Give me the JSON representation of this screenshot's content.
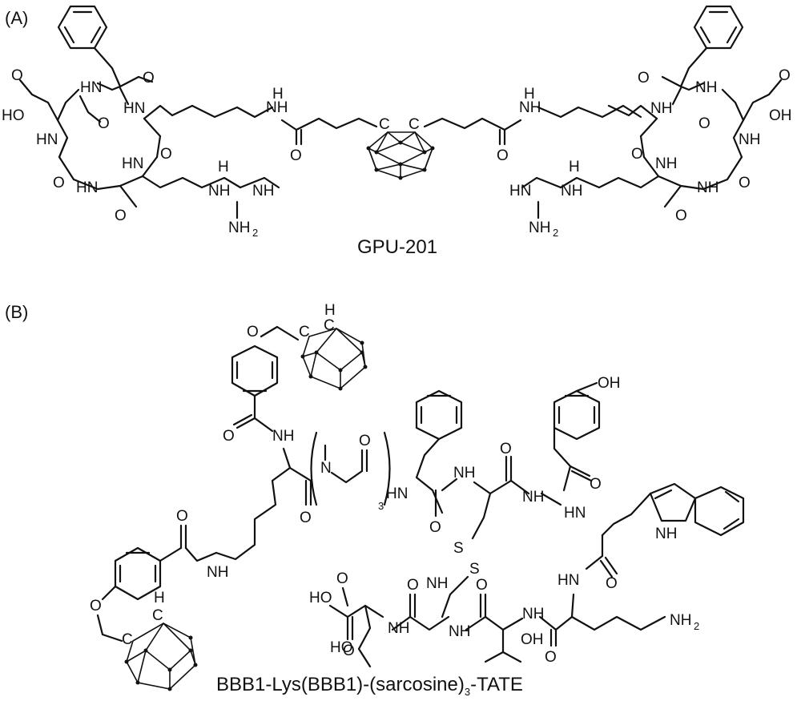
{
  "figure": {
    "panel_a_label": "(A)",
    "panel_b_label": "(B)",
    "compound_a_name": "GPU-201",
    "compound_b_name": "BBB1-Lys(BBB1)-(sarcosine)3-TATE",
    "compound_b_parts": {
      "pre": "BBB1-Lys(BBB1)-(sarcosine)",
      "subscript": "3",
      "post": "-TATE"
    }
  },
  "atoms": {
    "oxygen": "O",
    "nitrogen_h": "HN",
    "n_h": "NH",
    "n": "N",
    "h": "H",
    "carbon": "C",
    "sulfur": "S",
    "hydroxyl": "OH",
    "hydroxyl_left": "HO",
    "amine": "NH",
    "amine_sub": "2",
    "imine": "HN",
    "imine_right": "NH",
    "repeat": "3"
  },
  "colors": {
    "ink": "#111111",
    "background": "#ffffff"
  }
}
